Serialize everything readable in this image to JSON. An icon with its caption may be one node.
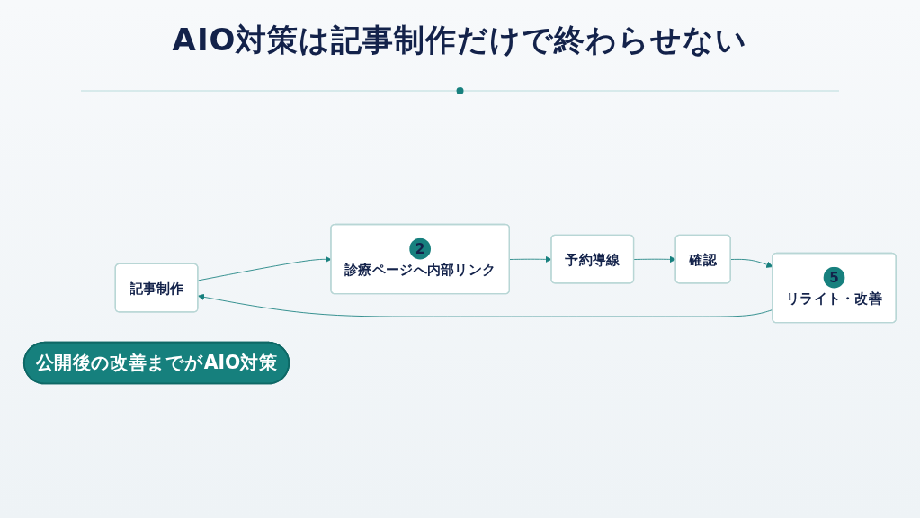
{
  "diagram": {
    "title": "AIO対策は記事制作だけで終わらせない",
    "nodes": [
      {
        "text": [
          "記事制作"
        ]
      },
      {
        "text": [
          "2",
          "診療ページへ内部リンク"
        ]
      },
      {
        "text": [
          "予約導線"
        ]
      },
      {
        "text": [
          "確認"
        ]
      },
      {
        "text": [
          "5",
          "リライト・改善"
        ]
      },
      {
        "text": [
          "公開後の改善までがAIO対策"
        ]
      }
    ],
    "edges": [
      {
        "from": 0,
        "to": 1,
        "arrow": "to"
      },
      {
        "from": 1,
        "to": 2,
        "arrow": "to"
      },
      {
        "from": 2,
        "to": 3,
        "arrow": "to"
      },
      {
        "from": 3,
        "to": 4,
        "arrow": "to"
      },
      {
        "from": 4,
        "to": 0,
        "arrow": "to"
      }
    ]
  }
}
